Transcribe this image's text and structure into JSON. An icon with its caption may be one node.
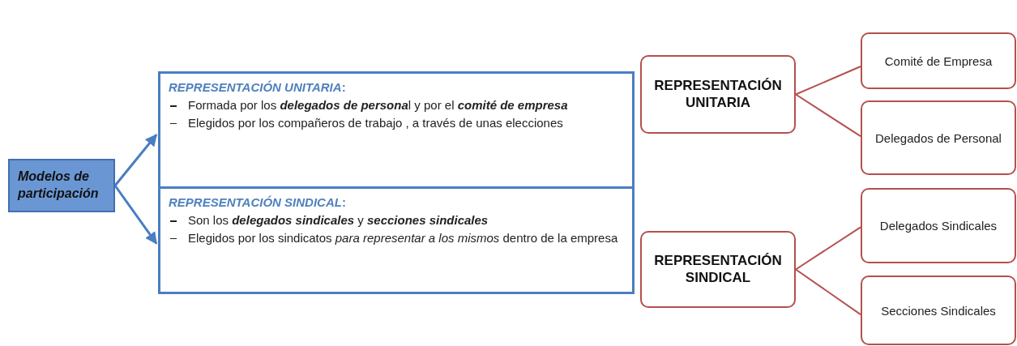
{
  "diagram": {
    "nodes": [
      {
        "text": [
          "Modelos de participación"
        ]
      },
      {
        "text": [
          "*REPRESENTACIÓN UNITARIA*:",
          "Formada por los **delegados de persona**l y por el **comité de empresa**",
          "Elegidos por los compañeros de trabajo , a través de unas elecciones"
        ]
      },
      {
        "text": [
          "*REPRESENTACIÓN SINDICAL*:",
          "Son los **delegados sindicales** y **secciones sindicales**",
          "Elegidos por los sindicatos *para representar a los mismos* dentro de la empresa"
        ]
      },
      {
        "text": [
          "REPRESENTACIÓN UNITARIA"
        ]
      },
      {
        "text": [
          "Comité de Empresa"
        ]
      },
      {
        "text": [
          "Delegados de Personal"
        ]
      },
      {
        "text": [
          "REPRESENTACIÓN SINDICAL"
        ]
      },
      {
        "text": [
          "Delegados Sindicales"
        ]
      },
      {
        "text": [
          "Secciones Sindicales"
        ]
      }
    ],
    "edges": [
      {
        "from": 0,
        "to": 1,
        "arrow": "to",
        "color": "#4a7ec2"
      },
      {
        "from": 0,
        "to": 2,
        "arrow": "to",
        "color": "#4a7ec2"
      },
      {
        "from": 3,
        "to": 4,
        "arrow": "none"
      },
      {
        "from": 3,
        "to": 5,
        "arrow": "none"
      },
      {
        "from": 6,
        "to": 7,
        "arrow": "none"
      },
      {
        "from": 6,
        "to": 8,
        "arrow": "none"
      }
    ]
  }
}
